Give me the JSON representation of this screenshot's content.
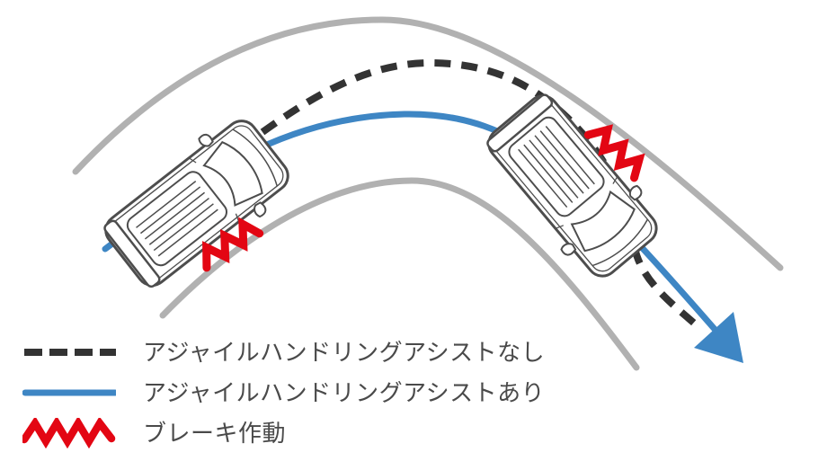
{
  "legend": {
    "items": [
      {
        "label": "アジャイルハンドリングアシストなし",
        "swatch": "dashed-line",
        "color": "#333333"
      },
      {
        "label": "アジャイルハンドリングアシストあり",
        "swatch": "solid-line",
        "color": "#3e86c4"
      },
      {
        "label": "ブレーキ作動",
        "swatch": "zigzag-line",
        "color": "#e30613"
      }
    ]
  },
  "colors": {
    "background": "#ffffff",
    "road_edge": "#b1b1b1",
    "path_without_assist": "#333333",
    "path_with_assist": "#3e86c4",
    "brake_mark": "#e30613",
    "car_outline": "#4d4d4d",
    "legend_text": "#4a4a4a"
  }
}
